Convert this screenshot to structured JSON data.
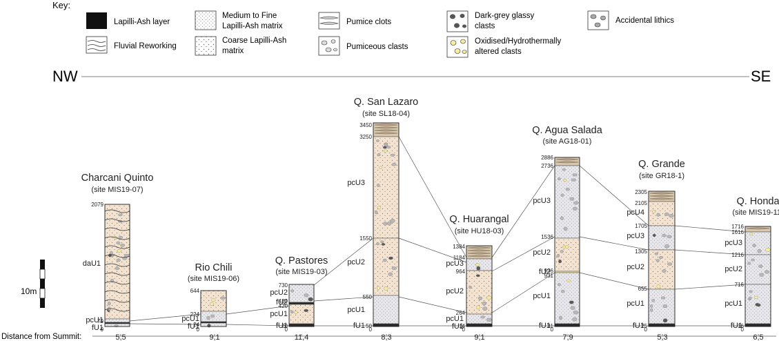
{
  "key": {
    "title": "Key:",
    "items": [
      {
        "id": "lapilli-ash",
        "lines": [
          "Lapilli-Ash layer"
        ],
        "icon": "black-square-icon"
      },
      {
        "id": "fluvial",
        "lines": [
          "Fluvial Reworking"
        ],
        "icon": "wavy-lines-icon"
      },
      {
        "id": "medium-fine",
        "lines": [
          "Medium to Fine",
          "Lapilli-Ash matrix"
        ],
        "icon": "fine-dots-icon"
      },
      {
        "id": "coarse",
        "lines": [
          "Coarse Lapilli-Ash",
          "matrix"
        ],
        "icon": "coarse-dots-icon"
      },
      {
        "id": "pumice-clots",
        "lines": [
          "Pumice clots"
        ],
        "icon": "pumice-clots-icon"
      },
      {
        "id": "pumiceous",
        "lines": [
          "Pumiceous clasts"
        ],
        "icon": "pumiceous-clasts-icon"
      },
      {
        "id": "dark-grey",
        "lines": [
          "Dark-grey glassy",
          "clasts"
        ],
        "icon": "dark-clasts-icon"
      },
      {
        "id": "oxidised",
        "lines": [
          "Oxidised/Hydrothermally",
          "altered clasts"
        ],
        "icon": "oxidised-clasts-icon"
      },
      {
        "id": "accidental",
        "lines": [
          "Accidental lithics"
        ],
        "icon": "lithics-icon"
      }
    ]
  },
  "direction": {
    "left": "NW",
    "right": "SE"
  },
  "scale_bar": {
    "label": "10m"
  },
  "distance": {
    "label": "Distance from Summit:",
    "values": [
      "5,5",
      "9,1",
      "11,4",
      "8,3",
      "9,1",
      "7,9",
      "5,3",
      "6,5"
    ]
  },
  "sections": [
    {
      "name": "Charcani Quinto",
      "site": "(site MIS19-07)",
      "base": "0",
      "depths": [
        "2079",
        "79"
      ],
      "units": [
        "daU1",
        "pcU1",
        "fU1"
      ]
    },
    {
      "name": "Rio Chili",
      "site": "(site MIS19-06)",
      "base": "0",
      "depths": [
        "644",
        "224",
        "24"
      ],
      "units": [
        "pcU1",
        "fU1"
      ]
    },
    {
      "name": "Q. Pastores",
      "site": "(site MIS19-03)",
      "base": "0",
      "depths": [
        "730",
        "430",
        "420",
        "20"
      ],
      "units": [
        "pcU2",
        "fU2",
        "pcU1",
        "fU1"
      ]
    },
    {
      "name": "Q. San Lazaro",
      "site": "(site SL18-04)",
      "base": "0",
      "depths": [
        "3450",
        "3250",
        "1550",
        "550",
        "50"
      ],
      "units": [
        "pcU3",
        "pcU2",
        "pcU1",
        "fU1"
      ]
    },
    {
      "name": "Q. Huarangal",
      "site": "(site HU18-03)",
      "base": "0",
      "depths": [
        "1384",
        "1184",
        "964",
        "264",
        "14"
      ],
      "units": [
        "pcU3",
        "pcU2",
        "pcU1",
        "fU1"
      ]
    },
    {
      "name": "Q. Agua Salada",
      "site": "(site AG18-01)",
      "base": "0",
      "depths": [
        "2886",
        "2736",
        "1536",
        "936",
        "931",
        "31"
      ],
      "units": [
        "pcU3",
        "pcU2",
        "fU2",
        "pcU1",
        "fU1"
      ]
    },
    {
      "name": "Q. Grande",
      "site": "(site GR18-1)",
      "base": "0",
      "depths": [
        "2305",
        "2105",
        "1705",
        "1305",
        "655",
        "25"
      ],
      "units": [
        "pcU4",
        "pcU3",
        "pcU2",
        "pcU1",
        "fU1"
      ]
    },
    {
      "name": "Q. Honda",
      "site": "(site MIS19-11)",
      "base": "0",
      "depths": [
        "1716",
        "1616",
        "1216",
        "716",
        "16"
      ],
      "units": [
        "pcU3",
        "pcU2",
        "pcU1",
        "fU1"
      ]
    }
  ],
  "colors": {
    "tan": "#f3e3d0",
    "grey": "#e6e6ea",
    "yellow": "#f6eca0",
    "dark": "#5a5a5a",
    "clast": "#b8b8b8",
    "line": "#555555"
  }
}
